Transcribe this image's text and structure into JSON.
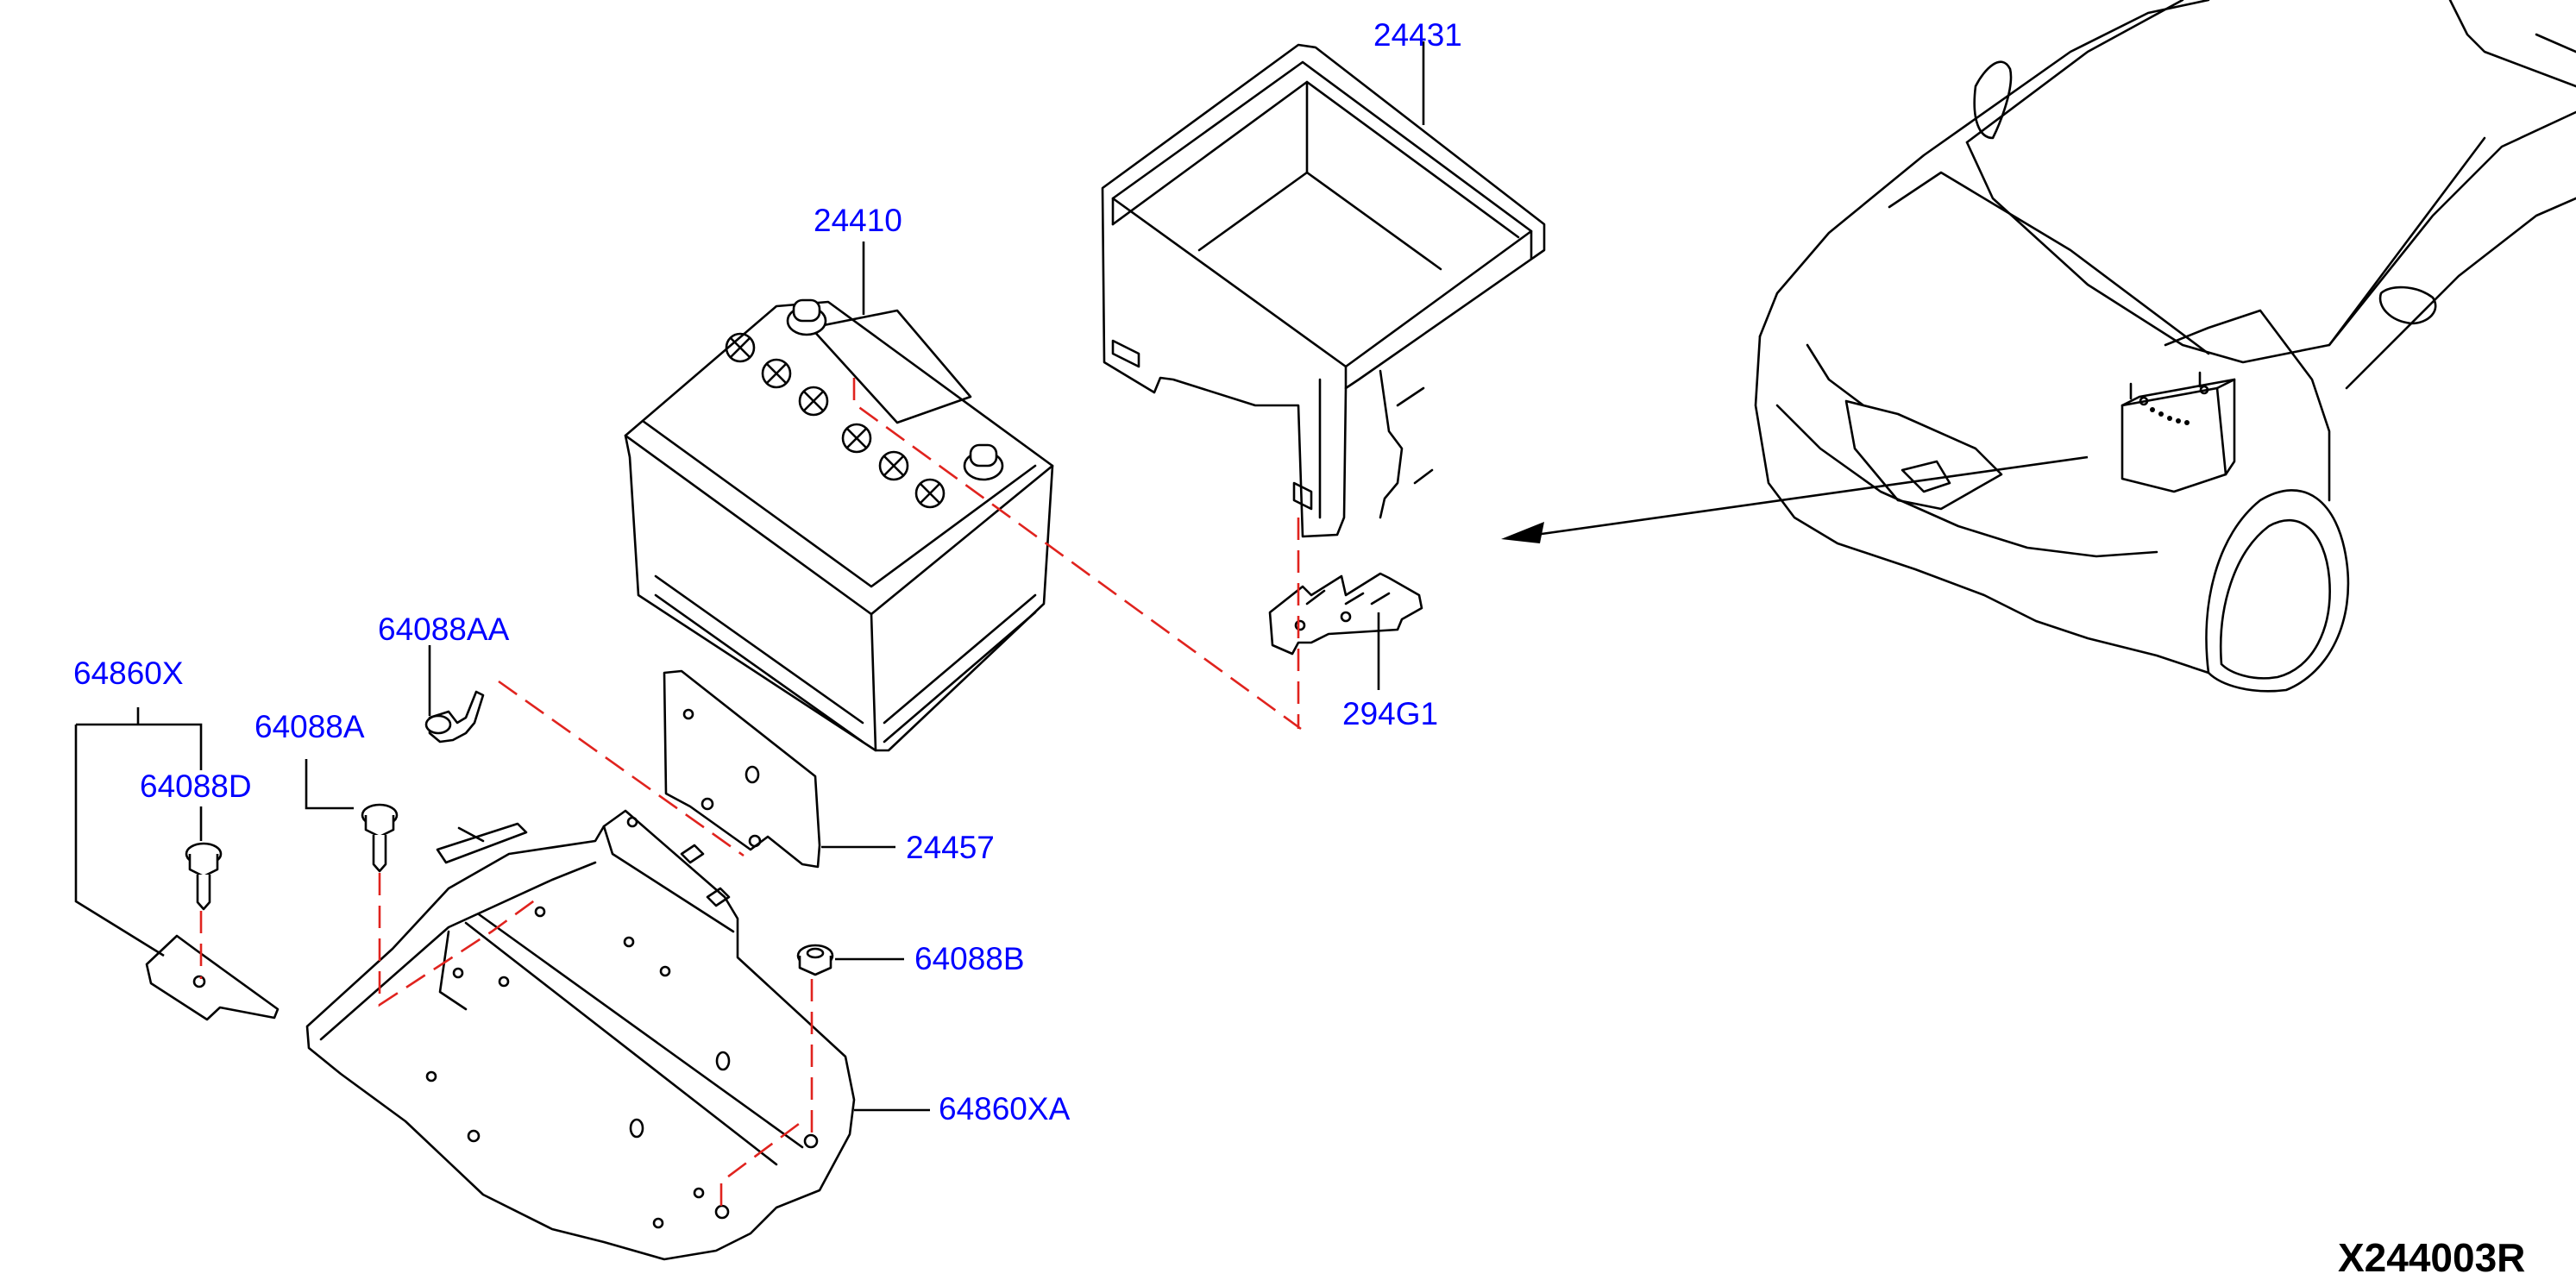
{
  "diagram": {
    "code": "X244003R",
    "label_color": "#0000ff",
    "dash_color": "#e0231e",
    "parts": [
      {
        "id": "p24431",
        "number": "24431"
      },
      {
        "id": "p24410",
        "number": "24410"
      },
      {
        "id": "p64088AA",
        "number": "64088AA"
      },
      {
        "id": "p64860X",
        "number": "64860X"
      },
      {
        "id": "p64088A",
        "number": "64088A"
      },
      {
        "id": "p64088D",
        "number": "64088D"
      },
      {
        "id": "p294G1",
        "number": "294G1"
      },
      {
        "id": "p24457",
        "number": "24457"
      },
      {
        "id": "p64088B",
        "number": "64088B"
      },
      {
        "id": "p64860XA",
        "number": "64860XA"
      }
    ]
  }
}
